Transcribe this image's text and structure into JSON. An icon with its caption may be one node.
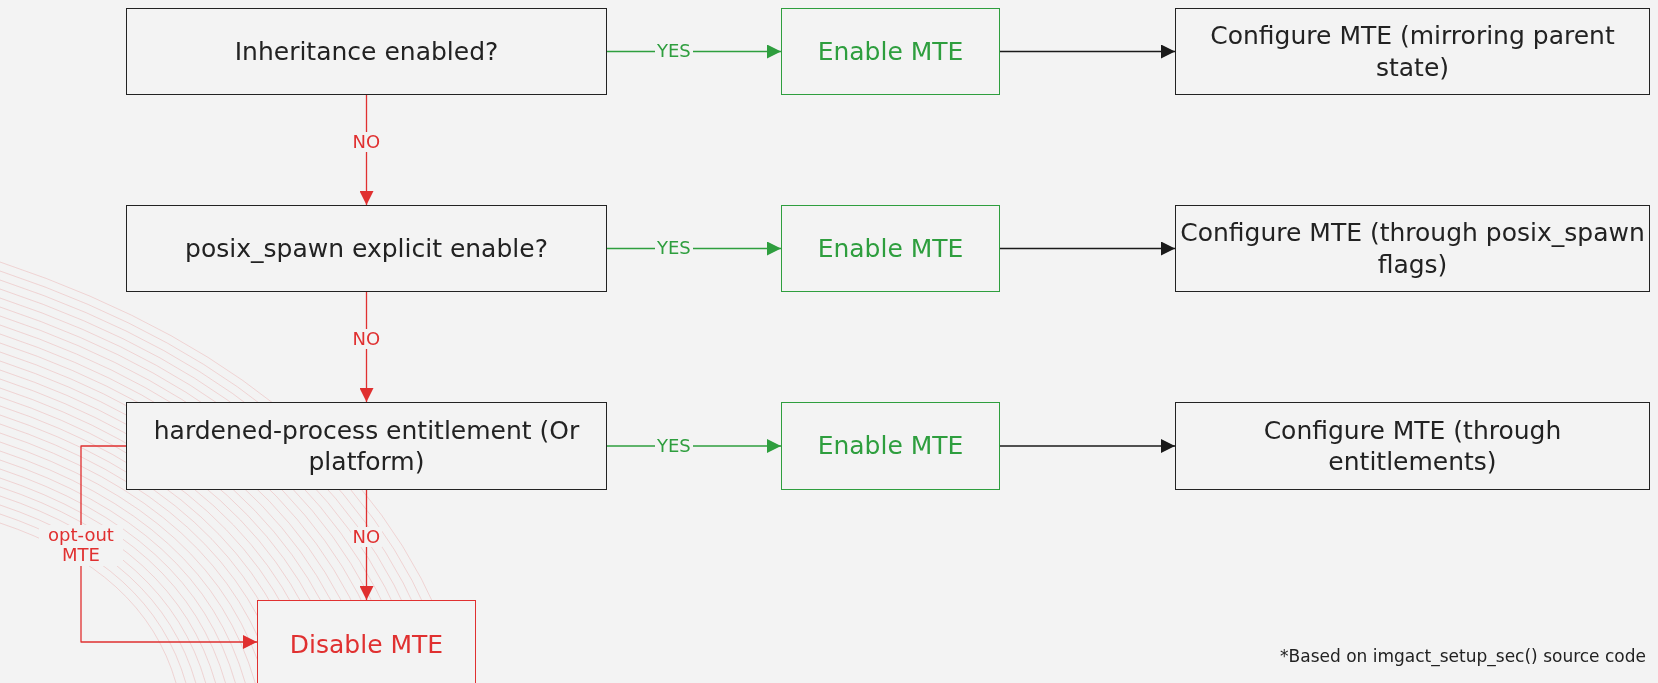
{
  "diagram": {
    "nodes": [
      {
        "text": [
          "Inheritance enabled?"
        ]
      },
      {
        "text": [
          "Enable MTE"
        ]
      },
      {
        "text": [
          "Configure MTE (mirroring parent state)"
        ]
      },
      {
        "text": [
          "posix_spawn explicit enable?"
        ]
      },
      {
        "text": [
          "Enable MTE"
        ]
      },
      {
        "text": [
          "Configure MTE (through posix_spawn flags)"
        ]
      },
      {
        "text": [
          "hardened-process entitlement (Or platform)"
        ]
      },
      {
        "text": [
          "Enable MTE"
        ]
      },
      {
        "text": [
          "Configure MTE (through entitlements)"
        ]
      },
      {
        "text": [
          "Disable MTE"
        ]
      }
    ],
    "edges": [
      {
        "from": 0,
        "to": 1,
        "arrow": "to",
        "label": "YES",
        "color": "#2e9e3e"
      },
      {
        "from": 1,
        "to": 2,
        "arrow": "to",
        "color": "#1a1a1a"
      },
      {
        "from": 0,
        "to": 3,
        "arrow": "to",
        "label": "NO",
        "color": "#e03030"
      },
      {
        "from": 3,
        "to": 4,
        "arrow": "to",
        "label": "YES",
        "color": "#2e9e3e"
      },
      {
        "from": 4,
        "to": 5,
        "arrow": "to",
        "color": "#1a1a1a"
      },
      {
        "from": 3,
        "to": 6,
        "arrow": "to",
        "label": "NO",
        "color": "#e03030"
      },
      {
        "from": 6,
        "to": 7,
        "arrow": "to",
        "label": "YES",
        "color": "#2e9e3e"
      },
      {
        "from": 7,
        "to": 8,
        "arrow": "to",
        "color": "#1a1a1a"
      },
      {
        "from": 6,
        "to": 9,
        "arrow": "to",
        "label": "NO",
        "color": "#e03030"
      },
      {
        "from": 6,
        "to": 9,
        "arrow": "to",
        "label": "opt-out MTE",
        "color": "#e03030"
      }
    ],
    "labels": [
      "*Based on imgact_setup_sec() source code"
    ]
  }
}
